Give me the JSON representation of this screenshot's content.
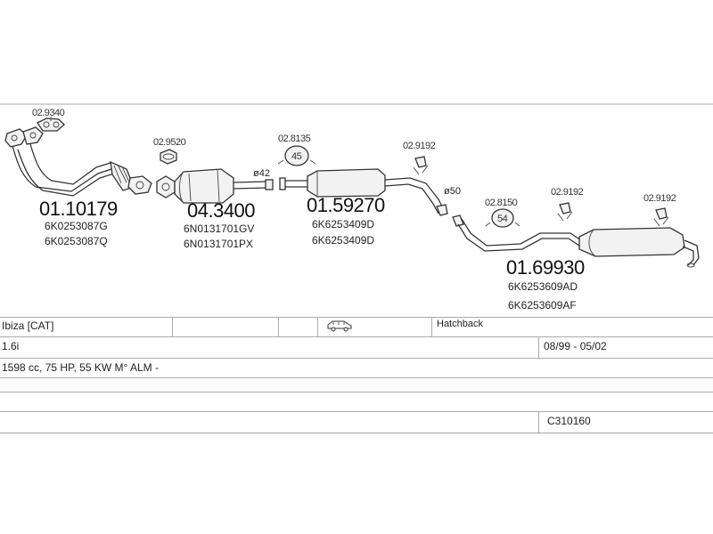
{
  "parts": {
    "downpipe": {
      "number": "01.10179",
      "refs": [
        "6K0253087G",
        "6K0253087Q"
      ],
      "gasket": "02.9340"
    },
    "catalyst": {
      "number": "04.3400",
      "refs": [
        "6N0131701GV",
        "6N0131701PX"
      ],
      "gasket": "02.9520",
      "diameter": "ø42"
    },
    "middle_silencer": {
      "number": "01.59270",
      "refs": [
        "6K6253409D",
        "6K6253409D"
      ],
      "clamp": "02.8135",
      "clamp_size": "45",
      "hanger": "02.9192",
      "diameter": "ø50"
    },
    "rear_silencer": {
      "number": "01.69930",
      "refs": [
        "6K6253609AD",
        "6K6253609AF"
      ],
      "clamp": "02.8150",
      "clamp_size": "54",
      "hanger_1": "02.9192",
      "hanger_2": "02.9192"
    }
  },
  "vehicle": {
    "model": "Ibiza  [CAT]",
    "body": "Hatchback",
    "car_icon": "car-icon",
    "engine": "1.6i",
    "years": "08/99 - 05/02",
    "details": "1598 cc, 75 HP, 55 KW M° ALM -",
    "code": "C310160"
  }
}
